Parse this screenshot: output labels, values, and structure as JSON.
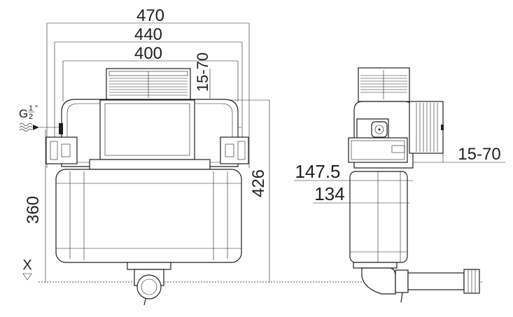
{
  "dimensions": {
    "width_total": "470",
    "width_frame": "440",
    "width_tank": "400",
    "top_adjust": "15-70",
    "height_tank": "360",
    "height_total": "426",
    "side_adjust": "15-70",
    "depth_total": "147.5",
    "depth_tank": "134"
  },
  "inlet": {
    "thread": "G",
    "fraction_num": "1",
    "fraction_den": "2",
    "unit": "″"
  },
  "floor_label": "X",
  "colors": {
    "line": "#231f20",
    "background": "#ffffff"
  }
}
